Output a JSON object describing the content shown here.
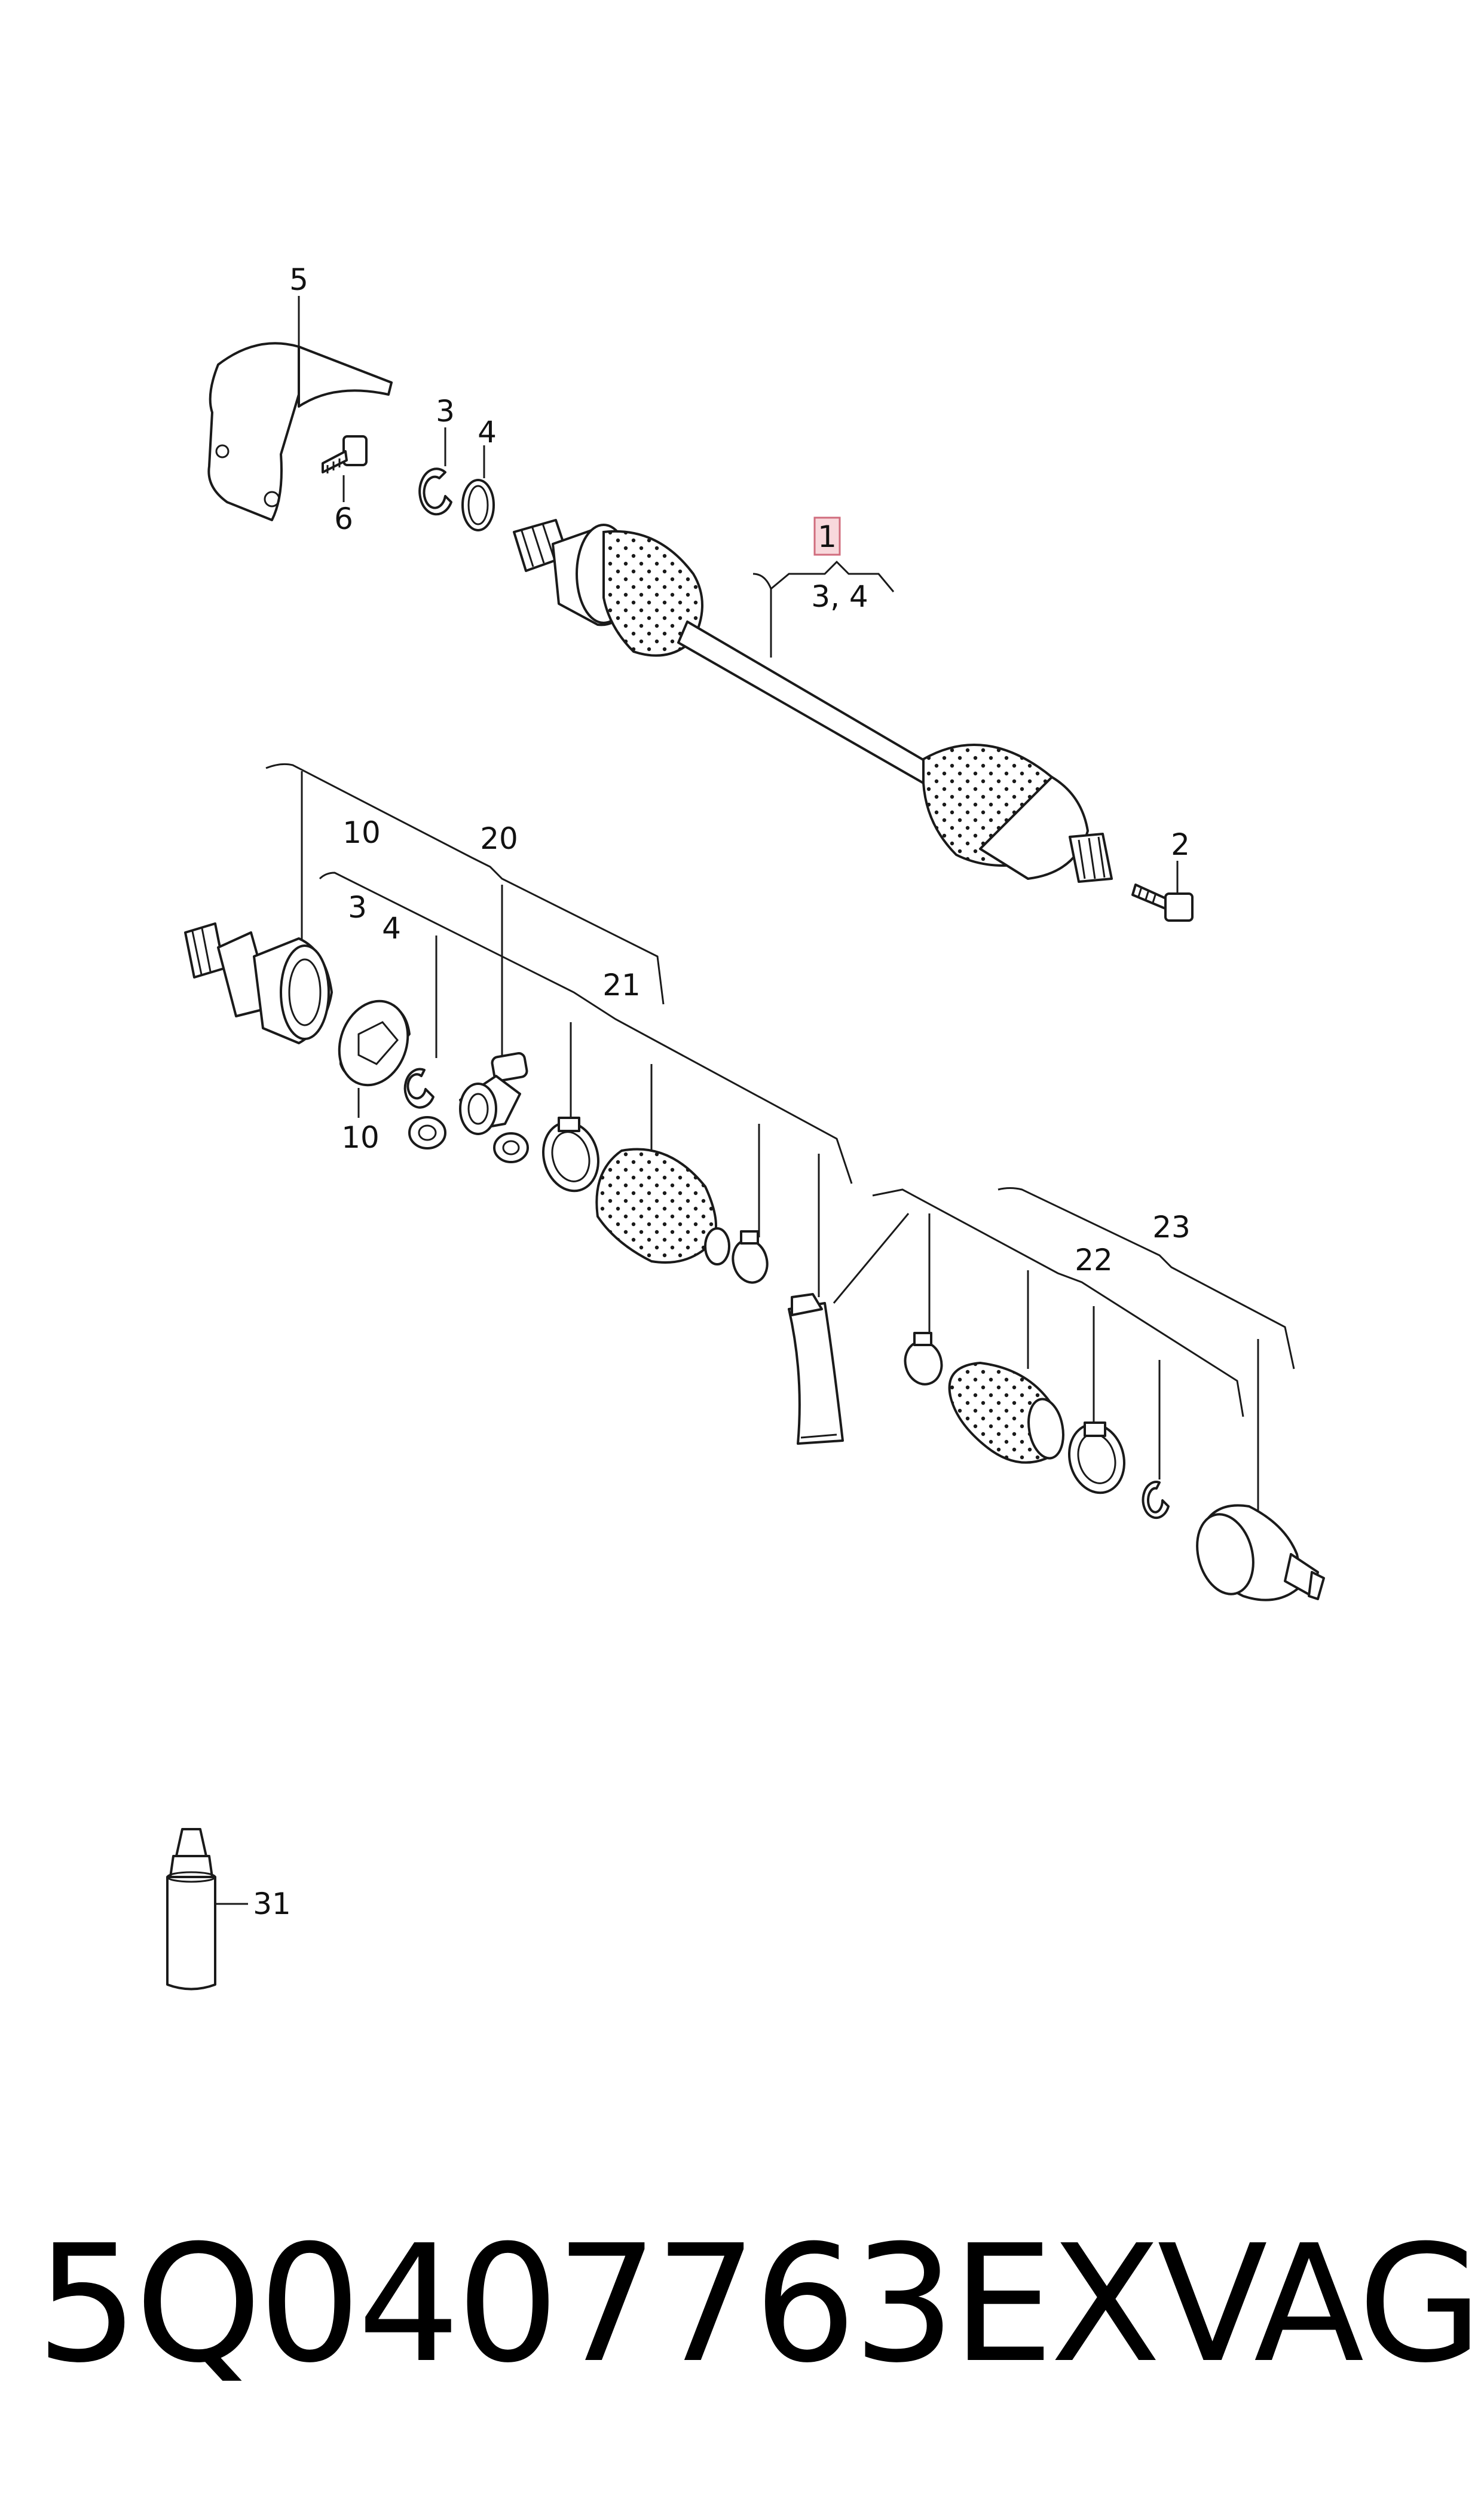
{
  "callouts": {
    "c1": "1",
    "c1_sub": "3, 4",
    "c2": "2",
    "c3": "3",
    "c4": "4",
    "c5": "5",
    "c6": "6",
    "c10_top": "10",
    "c20": "20",
    "c3b": "3",
    "c4b": "4",
    "c21": "21",
    "c10_bottom": "10",
    "c23": "23",
    "c22": "22",
    "c31": "31"
  },
  "footer": {
    "part_number": "5Q0407763EX",
    "brand": "VAG"
  },
  "colors": {
    "highlight_box": "#f2b8c0",
    "line": "#1a1a1a"
  }
}
